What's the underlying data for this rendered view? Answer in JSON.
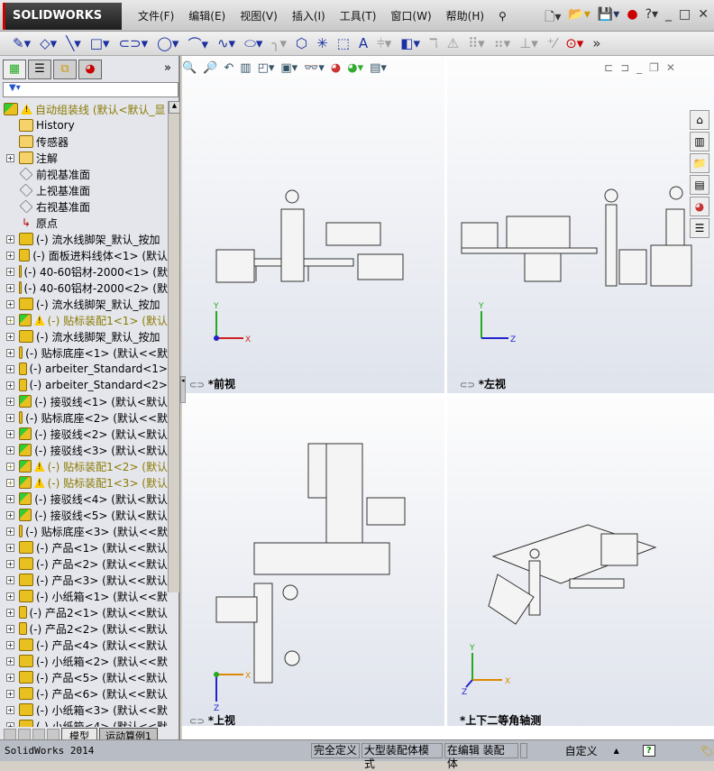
{
  "app": {
    "logo": "SOLIDWORKS",
    "menu": [
      "文件(F)",
      "编辑(E)",
      "视图(V)",
      "插入(I)",
      "工具(T)",
      "窗口(W)",
      "帮助(H)"
    ]
  },
  "panel": {
    "more": "»",
    "filter_icon": "filter-icon"
  },
  "tree": [
    {
      "label": "自动组装线  (默认<默认_显",
      "type": "root",
      "warn": true,
      "yel": true,
      "exp": false
    },
    {
      "label": "History",
      "type": "folder",
      "l1": true
    },
    {
      "label": "传感器",
      "type": "folder",
      "l1": true
    },
    {
      "label": "注解",
      "type": "folder",
      "exp": true
    },
    {
      "label": "前视基准面",
      "type": "plane",
      "l1": true
    },
    {
      "label": "上视基准面",
      "type": "plane",
      "l1": true
    },
    {
      "label": "右视基准面",
      "type": "plane",
      "l1": true
    },
    {
      "label": "原点",
      "type": "origin",
      "l1": true
    },
    {
      "label": "(-) 流水线脚架_默认_按加",
      "type": "part",
      "exp": true
    },
    {
      "label": "(-) 面板进料线体<1> (默认",
      "type": "part",
      "exp": true
    },
    {
      "label": "(-) 40-60铝材-2000<1> (默",
      "type": "part",
      "exp": true
    },
    {
      "label": "(-) 40-60铝材-2000<2> (默",
      "type": "part",
      "exp": true
    },
    {
      "label": "(-) 流水线脚架_默认_按加",
      "type": "part",
      "exp": true
    },
    {
      "label": "(-) 贴标装配1<1> (默认",
      "type": "asm",
      "exp": true,
      "warn": true,
      "yel": true
    },
    {
      "label": "(-) 流水线脚架_默认_按加",
      "type": "part",
      "exp": true
    },
    {
      "label": "(-) 贴标底座<1> (默认<<默",
      "type": "part",
      "exp": true
    },
    {
      "label": "(-) arbeiter_Standard<1>",
      "type": "part",
      "exp": true
    },
    {
      "label": "(-) arbeiter_Standard<2>",
      "type": "part",
      "exp": true
    },
    {
      "label": "(-) 接驳线<1> (默认<默认",
      "type": "asm",
      "exp": true
    },
    {
      "label": "(-) 贴标底座<2> (默认<<默",
      "type": "part",
      "exp": true
    },
    {
      "label": "(-) 接驳线<2> (默认<默认",
      "type": "asm",
      "exp": true
    },
    {
      "label": "(-) 接驳线<3> (默认<默认",
      "type": "asm",
      "exp": true
    },
    {
      "label": "(-) 贴标装配1<2> (默认",
      "type": "asm",
      "exp": true,
      "warn": true,
      "yel": true
    },
    {
      "label": "(-) 贴标装配1<3> (默认",
      "type": "asm",
      "exp": true,
      "warn": true,
      "yel": true
    },
    {
      "label": "(-) 接驳线<4> (默认<默认",
      "type": "asm",
      "exp": true
    },
    {
      "label": "(-) 接驳线<5> (默认<默认",
      "type": "asm",
      "exp": true
    },
    {
      "label": "(-) 贴标底座<3> (默认<<默",
      "type": "part",
      "exp": true
    },
    {
      "label": "(-) 产品<1> (默认<<默认",
      "type": "part",
      "exp": true
    },
    {
      "label": "(-) 产品<2> (默认<<默认",
      "type": "part",
      "exp": true
    },
    {
      "label": "(-) 产品<3> (默认<<默认",
      "type": "part",
      "exp": true
    },
    {
      "label": "(-) 小纸箱<1> (默认<<默",
      "type": "part",
      "exp": true
    },
    {
      "label": "(-) 产品2<1> (默认<<默认",
      "type": "part",
      "exp": true
    },
    {
      "label": "(-) 产品2<2> (默认<<默认",
      "type": "part",
      "exp": true
    },
    {
      "label": "(-) 产品<4> (默认<<默认",
      "type": "part",
      "exp": true
    },
    {
      "label": "(-) 小纸箱<2> (默认<<默",
      "type": "part",
      "exp": true
    },
    {
      "label": "(-) 产品<5> (默认<<默认",
      "type": "part",
      "exp": true
    },
    {
      "label": "(-) 产品<6> (默认<<默认",
      "type": "part",
      "exp": true
    },
    {
      "label": "(-) 小纸箱<3> (默认<<默",
      "type": "part",
      "exp": true
    },
    {
      "label": "(-) 小纸箱<4> (默认<<默",
      "type": "part",
      "exp": true
    }
  ],
  "bottom_tabs": {
    "model": "模型",
    "motion": "运动算例1"
  },
  "viewports": [
    {
      "label": "*前视",
      "axes": [
        "Y",
        "X"
      ]
    },
    {
      "label": "*左视",
      "axes": [
        "Y",
        "Z"
      ]
    },
    {
      "label": "*上视",
      "axes": [
        "X",
        "Z"
      ]
    },
    {
      "label": "*上下二等角轴测",
      "axes": [
        "Y",
        "X",
        "Z"
      ]
    }
  ],
  "status": {
    "app": "SolidWorks 2014",
    "defined": "完全定义",
    "mode": "大型装配体模式",
    "editing": "在编辑 装配体",
    "custom": "自定义",
    "help": "?"
  }
}
